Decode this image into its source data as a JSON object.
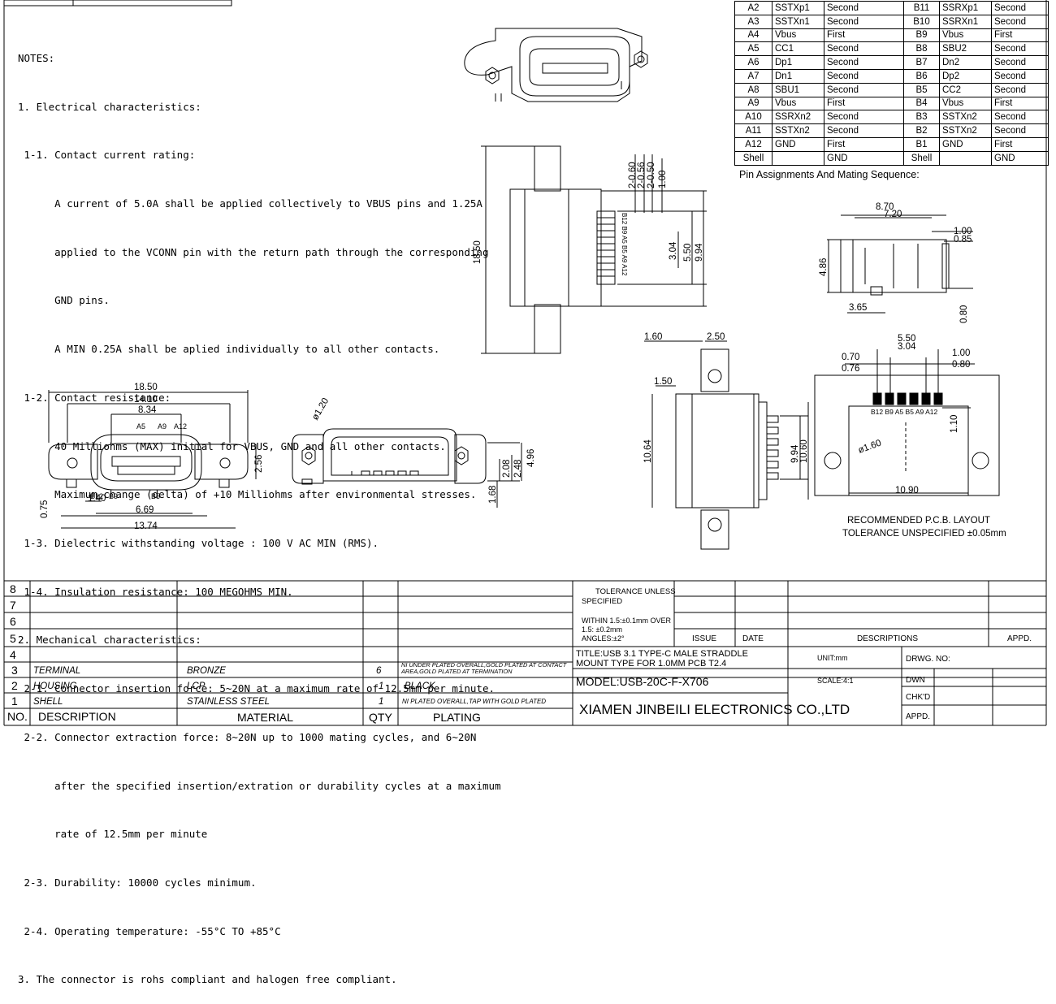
{
  "notes": {
    "heading": "NOTES:",
    "lines": [
      "1. Electrical characteristics:",
      " 1-1. Contact current rating:",
      "      A current of 5.0A shall be applied collectively to VBUS pins and 1.25A",
      "      applied to the VCONN pin with the return path through the corresponding",
      "      GND pins.",
      "      A MIN 0.25A shall be aplied individually to all other contacts.",
      " 1-2. Contact resistance:",
      "      40 Milliohms (MAX) initial for VBUS, GND and all other contacts.",
      "      Maximum change (delta) of +10 Milliohms after environmental stresses.",
      " 1-3. Dielectric withstanding voltage : 100 V AC MIN (RMS).",
      " 1-4. Insulation resistance: 100 MEGOHMS MIN.",
      "2. Mechanical characteristics:",
      " 2-1. Connector insertion force: 5~20N at a maximum rate of 12.5mm per minute.",
      " 2-2. Connector extraction force: 8~20N up to 1000 mating cycles, and 6~20N",
      "      after the specified insertion/extration or durability cycles at a maximum",
      "      rate of 12.5mm per minute",
      " 2-3. Durability: 10000 cycles minimum.",
      " 2-4. Operating temperature: -55°C TO +85°C",
      "3. The connector is rohs compliant and halogen free compliant."
    ]
  },
  "pin_table": {
    "rows": [
      [
        "A2",
        "SSTXp1",
        "Second",
        "B11",
        "SSRXp1",
        "Second"
      ],
      [
        "A3",
        "SSTXn1",
        "Second",
        "B10",
        "SSRXn1",
        "Second"
      ],
      [
        "A4",
        "Vbus",
        "First",
        "B9",
        "Vbus",
        "First"
      ],
      [
        "A5",
        "CC1",
        "Second",
        "B8",
        "SBU2",
        "Second"
      ],
      [
        "A6",
        "Dp1",
        "Second",
        "B7",
        "Dn2",
        "Second"
      ],
      [
        "A7",
        "Dn1",
        "Second",
        "B6",
        "Dp2",
        "Second"
      ],
      [
        "A8",
        "SBU1",
        "Second",
        "B5",
        "CC2",
        "Second"
      ],
      [
        "A9",
        "Vbus",
        "First",
        "B4",
        "Vbus",
        "First"
      ],
      [
        "A10",
        "SSRXn2",
        "Second",
        "B3",
        "SSTXn2",
        "Second"
      ],
      [
        "A11",
        "SSTXn2",
        "Second",
        "B2",
        "SSTXn2",
        "Second"
      ],
      [
        "A12",
        "GND",
        "First",
        "B1",
        "GND",
        "First"
      ],
      [
        "Shell",
        "",
        "GND",
        "Shell",
        "",
        "GND"
      ]
    ],
    "caption": "Pin Assignments And Mating Sequence:"
  },
  "dims": {
    "front_18_50": "18.50",
    "front_14_10": "14.10",
    "front_8_34": "8.34",
    "front_a5": "A5",
    "front_a9": "A9",
    "front_a12": "A12",
    "front_b12": "B12",
    "front_b9": "B9",
    "front_b5": "B5",
    "front_2_56": "2.56",
    "front_1_40": "1.40",
    "front_6_69": "6.69",
    "front_13_74": "13.74",
    "front_0_75": "0.75",
    "mid_phi_1_20": "ø1.20",
    "mid_2_08": "2.08",
    "mid_2_48": "2.48",
    "mid_4_96": "4.96",
    "mid_1_68": "1.68",
    "top_2_60": "2-0.60",
    "top_2_56": "2-0.56",
    "top_2_50": "2-0.50",
    "top_1_00": "1.00",
    "top_18_50": "18.50",
    "top_3_04": "3.04",
    "top_5_50": "5.50",
    "top_9_94": "9.94",
    "top_pins": "B12 B9 A5 B5 A9 A12",
    "side_8_70": "8.70",
    "side_7_20": "7.20",
    "side_1_00": "1.00",
    "side_0_85": "0.85",
    "side_4_86": "4.86",
    "side_3_65": "3.65",
    "side_0_80": "0.80",
    "v_1_60": "1.60",
    "v_2_50": "2.50",
    "v_1_50": "1.50",
    "v_10_64": "10.64",
    "v_9_94": "9.94",
    "v_10_60": "10.60",
    "pcb_5_50": "5.50",
    "pcb_3_04": "3.04",
    "pcb_0_70": "0.70",
    "pcb_0_76": "0.76",
    "pcb_1_00": "1.00",
    "pcb_0_80": "0.80",
    "pcb_pins": "B12 B9 A5 B5 A9 A12",
    "pcb_1_10": "1.10",
    "pcb_phi_1_60": "ø1.60",
    "pcb_10_90": "10.90",
    "pcb_title": "RECOMMENDED   P.C.B. LAYOUT",
    "pcb_tol": "TOLERANCE UNSPECIFIED ±0.05mm"
  },
  "title_block": {
    "rev_numbers": [
      "8",
      "7",
      "6",
      "5",
      "4"
    ],
    "bom": [
      {
        "no": "3",
        "description": "TERMINAL",
        "material": "BRONZE",
        "qty": "6",
        "plating": "NI UNDER PLATED OVERALL,GOLD PLATED AT CONTACT AREA,GOLD PLATED AT TERMINATION"
      },
      {
        "no": "2",
        "description": "HOUSING",
        "material": "LCP",
        "qty": "1",
        "plating": "BLACK"
      },
      {
        "no": "1",
        "description": "SHELL",
        "material": "STAINLESS STEEL",
        "qty": "1",
        "plating": "NI PLATED OVERALL,TAP WITH GOLD PLATED"
      }
    ],
    "header": {
      "no": "NO.",
      "description": "DESCRIPTION",
      "material": "MATERIAL",
      "qty": "QTY",
      "plating": "PLATING"
    },
    "tolerance_1": "TOLERANCE UNLESS",
    "tolerance_2": "SPECIFIED",
    "tolerance_3": "WITHIN 1.5:±0.1mm OVER",
    "tolerance_4": "1.5: ±0.2mm",
    "tolerance_5": "ANGLES:±2°",
    "issue": "ISSUE",
    "date": "DATE",
    "descriptions": "DESCRIPTIONS",
    "appd": "APPD.",
    "title_1": "TITLE:USB 3.1 TYPE-C MALE STRADDLE",
    "title_2": "MOUNT TYPE FOR 1.0MM PCB T2.4",
    "model": "MODEL:USB-20C-F-X706",
    "company": "XIAMEN JINBEILI ELECTRONICS CO.,LTD",
    "unit": "UNIT:mm",
    "scale": "SCALE:4:1",
    "drwg_no": "DRWG. NO:",
    "dwn": "DWN",
    "chkd": "CHK'D",
    "appd2": "APPD."
  }
}
